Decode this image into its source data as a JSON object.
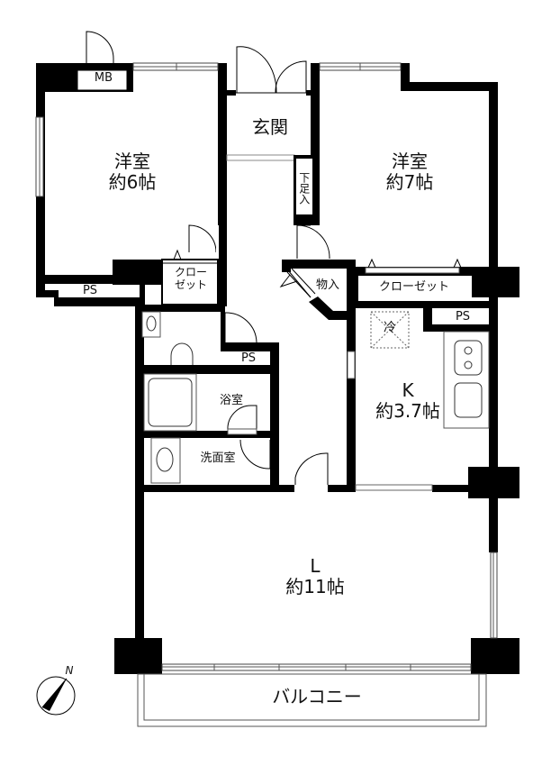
{
  "floorplan": {
    "rooms": {
      "western_room_1": {
        "name": "洋室",
        "size": "約6帖"
      },
      "western_room_2": {
        "name": "洋室",
        "size": "約7帖"
      },
      "entrance": {
        "name": "玄関"
      },
      "shoe_storage": {
        "name": "下足入"
      },
      "storage": {
        "name": "物入"
      },
      "closet_1": {
        "line1": "クロー",
        "line2": "ゼット"
      },
      "closet_2": {
        "name": "クローゼット"
      },
      "kitchen": {
        "name": "K",
        "size": "約3.7帖"
      },
      "fridge": {
        "name": "冷"
      },
      "bathroom": {
        "name": "浴室"
      },
      "washroom": {
        "name": "洗面室"
      },
      "living": {
        "name": "L",
        "size": "約11帖"
      },
      "balcony": {
        "name": "バルコニー"
      },
      "meter_box": {
        "name": "MB"
      },
      "ps_1": {
        "name": "PS"
      },
      "ps_2": {
        "name": "PS"
      },
      "ps_3": {
        "name": "PS"
      }
    },
    "compass": {
      "label": "N"
    },
    "colors": {
      "wall": "#000000",
      "background": "#ffffff",
      "line": "#555555"
    }
  }
}
